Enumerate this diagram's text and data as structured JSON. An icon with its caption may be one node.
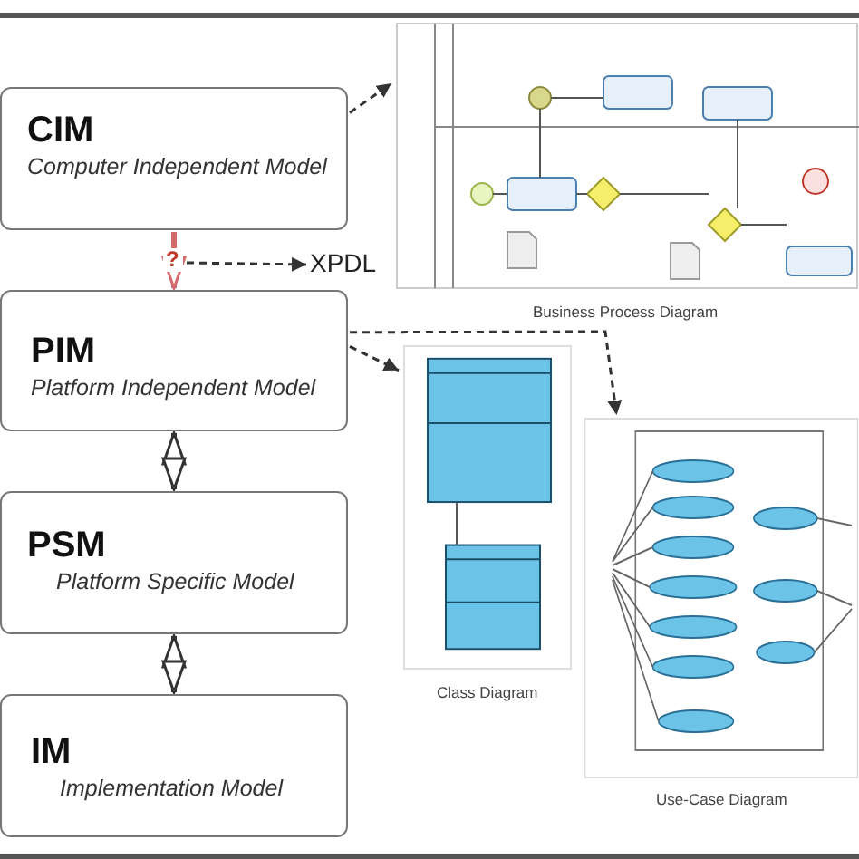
{
  "diagram": {
    "nodes": [
      {
        "text": [
          "CIM",
          "Computer Independent Model"
        ]
      },
      {
        "text": [
          "PIM",
          "Platform Independent Model"
        ]
      },
      {
        "text": [
          "PSM",
          "Platform Specific Model"
        ]
      },
      {
        "text": [
          "IM",
          "Implementation Model"
        ]
      },
      {
        "text": [
          "XPDL"
        ]
      },
      {
        "text": [],
        "shape": "picture",
        "beside": [
          "Business Process Diagram"
        ]
      },
      {
        "text": [],
        "shape": "picture",
        "beside": [
          "Class Diagram"
        ]
      },
      {
        "text": [],
        "shape": "picture",
        "beside": [
          "Use-Case Diagram"
        ]
      }
    ],
    "edges": [
      {
        "from": 0,
        "to": 1,
        "arrow": "to",
        "label": "?",
        "style": "thick",
        "color": "#d46a6a"
      },
      {
        "from": null,
        "to": 4,
        "arrow": "to",
        "style": "dashed"
      },
      {
        "from": 0,
        "to": 5,
        "arrow": "to",
        "style": "dashed"
      },
      {
        "from": 1,
        "to": 6,
        "arrow": "to",
        "style": "dashed"
      },
      {
        "from": 1,
        "to": 7,
        "arrow": "to",
        "style": "dashed"
      },
      {
        "from": 1,
        "to": 2,
        "arrow": "both",
        "style": "thick"
      },
      {
        "from": 2,
        "to": 3,
        "arrow": "both",
        "style": "thick"
      }
    ]
  }
}
